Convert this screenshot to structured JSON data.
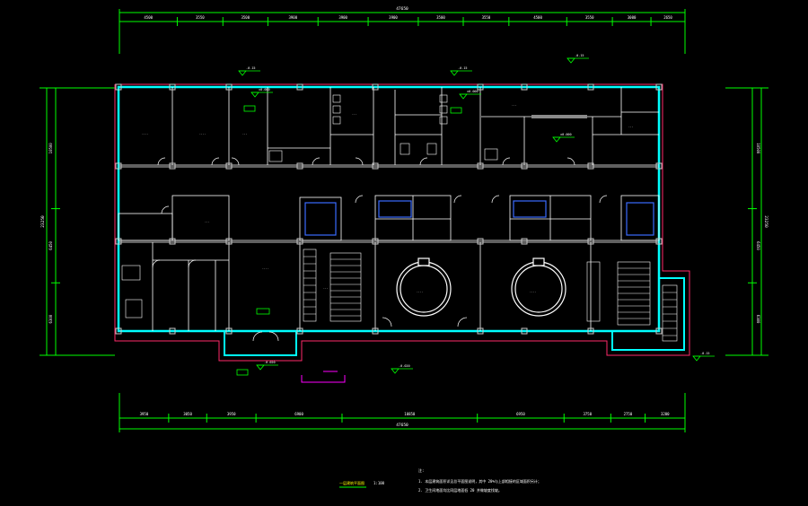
{
  "drawing": {
    "background": "#000000",
    "colors": {
      "dimension": "#00ff00",
      "wall": "#00ffff",
      "partition": "#ffffff",
      "column": "#c8c8c8",
      "outline": "#ff2a6a",
      "text": "#ffffff",
      "tag": "#00ff00",
      "magenta": "#ff00ff",
      "blue": "#3a6bff",
      "yellow": "#ffff00"
    },
    "top_total": "47650",
    "top_segments": [
      "4500",
      "3550",
      "3500",
      "3900",
      "3900",
      "3900",
      "3500",
      "3550",
      "4500",
      "3550",
      "3000",
      "2650"
    ],
    "bottom_total": "47650",
    "bottom_segments": [
      "3950",
      "3050",
      "3950",
      "6900",
      "10850",
      "6950",
      "3750",
      "2750",
      "3200"
    ],
    "left_total": "23250",
    "left_segments": [
      "10500",
      "6450",
      "6300"
    ],
    "right_total": "23250",
    "right_segments": [
      "10500",
      "6450",
      "6300"
    ],
    "levels": [
      "-0.15",
      "-0.15",
      "-0.15",
      "±0.000",
      "±0.000",
      "±0.000",
      "-0.020",
      "-0.020",
      "-0.15"
    ],
    "notes_title": "注:",
    "notes": [
      "1. 本层建筑面积详见总平面图说明，其中 20%与上部相接的区域面积另计；",
      "2. 卫生间地面均比同层地面低 20 并做坡度找坡。"
    ],
    "plan_title": "一层建筑平面图",
    "scale": "1:100"
  }
}
